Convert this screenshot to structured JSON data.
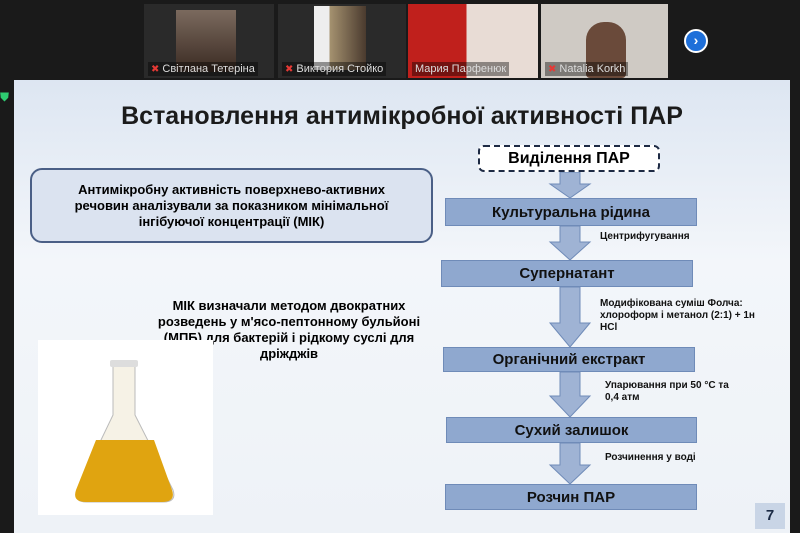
{
  "participants": [
    {
      "name": "Світлана Тетеріна",
      "muted": true
    },
    {
      "name": "Виктория Стойко",
      "muted": true
    },
    {
      "name": "Мария Парфенюк",
      "muted": false
    },
    {
      "name": "Natalia Korkh",
      "muted": true
    }
  ],
  "next_icon": "›",
  "slide": {
    "title": "Встановлення антимікробної активності ПАР",
    "info_box": "Антимікробну активність поверхнево-активних речовин аналізували за показником мінімальної інгібуючої концентрації (МІК)",
    "method_text": "МІК визначали методом двократних розведень у м'ясо-пептонному бульйоні (МПБ) для бактерій і рідкому суслі для дріжджів",
    "flow_title": "Виділення ПАР",
    "steps": [
      "Культуральна рідина",
      "Супернатант",
      "Органічний екстракт",
      "Сухий залишок",
      "Розчин ПАР"
    ],
    "transitions": [
      "Центрифугування",
      "Модифікована суміш Фолча: хлороформ і метанол (2:1) + 1н HCl",
      "Упарювання при 50 °С та 0,4 атм",
      "Розчинення у воді"
    ],
    "page_number": "7"
  }
}
